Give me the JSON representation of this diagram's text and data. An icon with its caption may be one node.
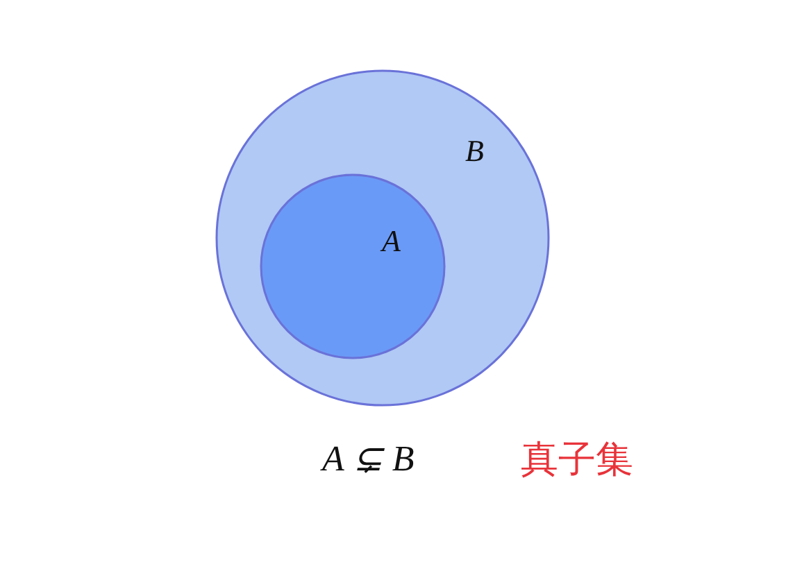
{
  "diagram": {
    "nodes": [
      {
        "text": [
          "B"
        ]
      },
      {
        "text": [
          "A"
        ],
        "in": 0
      }
    ],
    "labels": [
      "A ⊊ B",
      "真子集"
    ]
  }
}
